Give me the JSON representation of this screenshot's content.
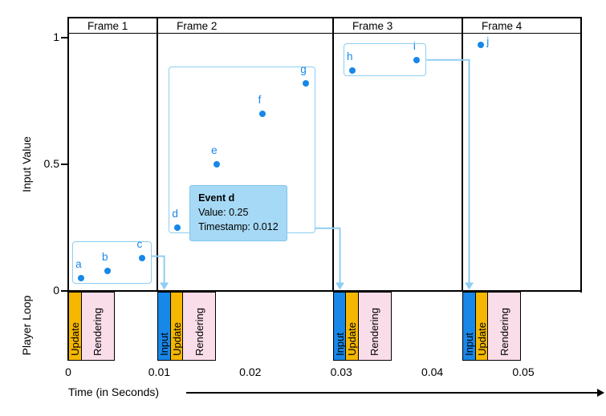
{
  "chart_data": {
    "type": "scatter",
    "title": "",
    "xlabel": "Time (in Seconds)",
    "ylabel": "Input Value",
    "xlim": [
      0,
      0.0563
    ],
    "ylim": [
      0,
      1
    ],
    "x_ticks": [
      {
        "value": 0,
        "label": "0"
      },
      {
        "value": 0.01,
        "label": "0.01"
      },
      {
        "value": 0.02,
        "label": "0.02"
      },
      {
        "value": 0.03,
        "label": "0.03"
      },
      {
        "value": 0.04,
        "label": "0.04"
      },
      {
        "value": 0.05,
        "label": "0.05"
      }
    ],
    "y_ticks": [
      {
        "value": 1,
        "label": "1"
      },
      {
        "value": 0.5,
        "label": "0.5"
      },
      {
        "value": 0,
        "label": "0"
      }
    ],
    "points": [
      {
        "id": "a",
        "time": 0.0014,
        "value": 0.05
      },
      {
        "id": "b",
        "time": 0.0043,
        "value": 0.08
      },
      {
        "id": "c",
        "time": 0.0081,
        "value": 0.13
      },
      {
        "id": "d",
        "time": 0.012,
        "value": 0.25
      },
      {
        "id": "e",
        "time": 0.0163,
        "value": 0.5
      },
      {
        "id": "f",
        "time": 0.0213,
        "value": 0.7
      },
      {
        "id": "g",
        "time": 0.0261,
        "value": 0.82
      },
      {
        "id": "h",
        "time": 0.0312,
        "value": 0.87
      },
      {
        "id": "i",
        "time": 0.0383,
        "value": 0.91
      },
      {
        "id": "j",
        "time": 0.0453,
        "value": 0.97
      }
    ]
  },
  "frames": [
    {
      "label": "Frame 1",
      "start": 0,
      "segments": [
        {
          "type": "update",
          "label": "Update"
        },
        {
          "type": "rendering",
          "label": "Rendering"
        }
      ]
    },
    {
      "label": "Frame 2",
      "start": 0.0098,
      "segments": [
        {
          "type": "input",
          "label": "Input"
        },
        {
          "type": "update",
          "label": "Update"
        },
        {
          "type": "rendering",
          "label": "Rendering"
        }
      ]
    },
    {
      "label": "Frame 3",
      "start": 0.0291,
      "segments": [
        {
          "type": "input",
          "label": "Input"
        },
        {
          "type": "update",
          "label": "Update"
        },
        {
          "type": "rendering",
          "label": "Rendering"
        }
      ]
    },
    {
      "label": "Frame 4",
      "start": 0.0433,
      "segments": [
        {
          "type": "input",
          "label": "Input"
        },
        {
          "type": "update",
          "label": "Update"
        },
        {
          "type": "rendering",
          "label": "Rendering"
        }
      ]
    }
  ],
  "player_loop": {
    "label": "Player Loop"
  },
  "event_groups": [
    {
      "members": [
        "a",
        "b",
        "c"
      ],
      "target_frame": "Frame 2",
      "exit_frac": 0.35
    },
    {
      "members": [
        "d",
        "e",
        "f",
        "g"
      ],
      "target_frame": "Frame 3",
      "exit_frac": 0.97
    },
    {
      "members": [
        "h",
        "i"
      ],
      "target_frame": "Frame 4",
      "exit_frac": 0.5
    }
  ],
  "tooltip": {
    "title": "Event d",
    "lines": [
      "Value: 0.25",
      "Timestamp: 0.012"
    ],
    "anchor": "d"
  },
  "colors": {
    "event_point": "#1787e8",
    "input_bar": "#1787e8",
    "update_bar": "#f6b700",
    "rendering_bar": "#f9dde9",
    "group_box": "#8fcdf2",
    "arrow": "#8fcdf2",
    "tooltip_bg": "#a6d9f5",
    "tooltip_border": "#7fc4ee",
    "axis": "#000000"
  }
}
